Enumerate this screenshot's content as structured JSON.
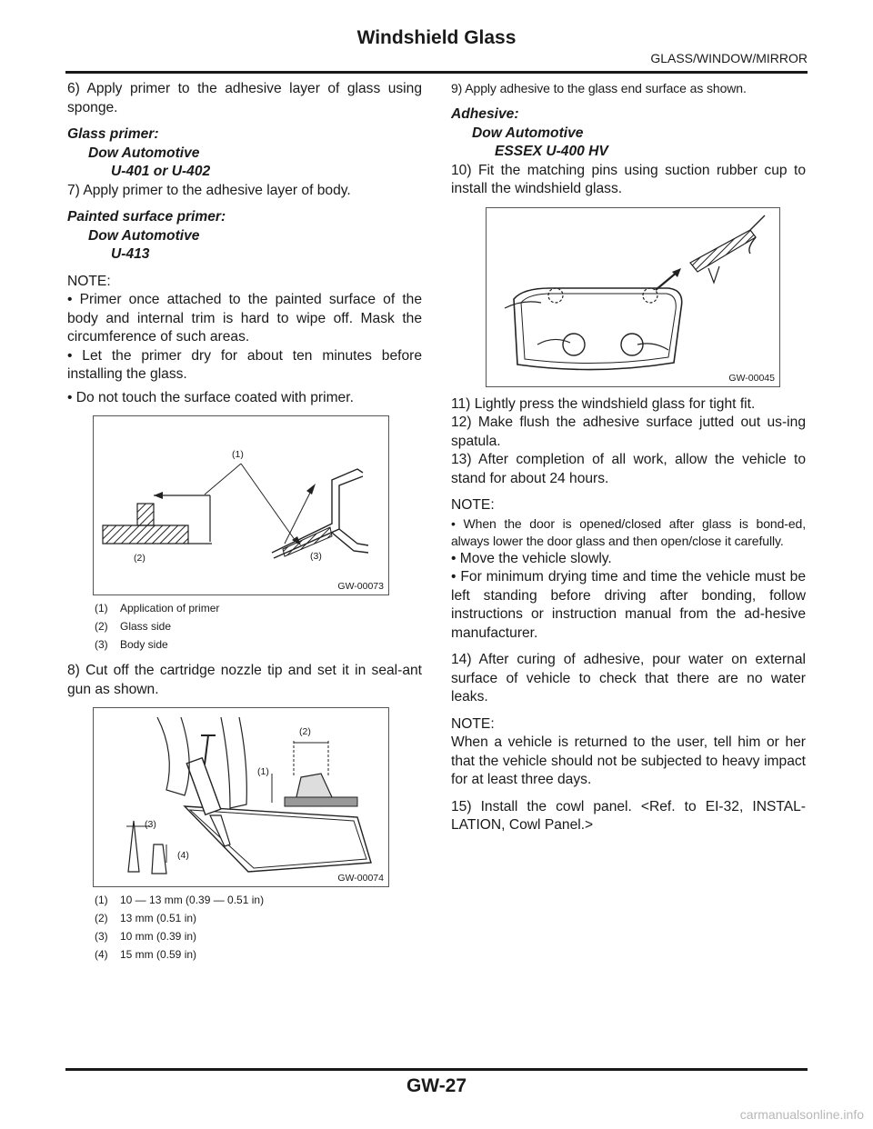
{
  "header": {
    "title": "Windshield Glass",
    "section": "GLASS/WINDOW/MIRROR"
  },
  "footer": {
    "page_number": "GW-27",
    "watermark": "carmanualsonline.info"
  },
  "left": {
    "step6": "6) Apply primer to the adhesive layer of glass using sponge.",
    "spec1_label": "Glass primer:",
    "spec1_maker": "Dow Automotive",
    "spec1_product": "U-401 or U-402",
    "step7": "7) Apply primer to the adhesive layer of body.",
    "spec2_label": "Painted surface primer:",
    "spec2_maker": "Dow Automotive",
    "spec2_product": "U-413",
    "note_label": "NOTE:",
    "note1": "• Primer once attached to the painted surface of the body and internal trim is hard to wipe off. Mask the circumference of such areas.",
    "note2": "• Let the primer dry for about ten minutes before installing the glass.",
    "note3": "• Do not touch the surface coated with primer.",
    "fig1": {
      "code": "GW-00073",
      "callouts": [
        "(1)",
        "(2)",
        "(3)"
      ],
      "legend": [
        {
          "num": "(1)",
          "text": "Application of primer"
        },
        {
          "num": "(2)",
          "text": "Glass side"
        },
        {
          "num": "(3)",
          "text": "Body side"
        }
      ]
    },
    "step8": "8) Cut off the cartridge nozzle tip and set it in seal-ant gun as shown.",
    "fig2": {
      "code": "GW-00074",
      "callouts": [
        "(1)",
        "(2)",
        "(3)",
        "(4)"
      ],
      "legend": [
        {
          "num": "(1)",
          "text": "10 — 13 mm (0.39 — 0.51 in)"
        },
        {
          "num": "(2)",
          "text": "13 mm (0.51 in)"
        },
        {
          "num": "(3)",
          "text": "10 mm (0.39 in)"
        },
        {
          "num": "(4)",
          "text": "15 mm (0.59 in)"
        }
      ]
    }
  },
  "right": {
    "step9": "9) Apply adhesive to the glass end surface as shown.",
    "spec3_label": "Adhesive:",
    "spec3_maker": "Dow Automotive",
    "spec3_product": "ESSEX U-400 HV",
    "step10": "10) Fit the matching pins using suction rubber cup to install the windshield glass.",
    "fig3": {
      "code": "GW-00045"
    },
    "step11": "11) Lightly press the windshield glass for tight fit.",
    "step12": "12) Make flush the adhesive surface jutted out us-ing spatula.",
    "step13": "13) After completion of all work, allow the vehicle to stand for about 24 hours.",
    "note_label": "NOTE:",
    "note1": "• When the door is opened/closed after glass is bond-ed, always lower the door glass and then open/close it carefully.",
    "note2": "• Move the vehicle slowly.",
    "note3": "• For minimum drying time and time the vehicle must be left standing before driving after bonding, follow instructions or instruction manual from the ad-hesive manufacturer.",
    "step14": "14) After curing of adhesive, pour water on external surface of vehicle to check that there are no water leaks.",
    "note2_label": "NOTE:",
    "note2_text": "When a vehicle is returned to the user, tell him or her that the vehicle should not be subjected to heavy impact for at least three days.",
    "step15": "15) Install the cowl panel. <Ref. to EI-32, INSTAL-LATION, Cowl Panel.>"
  }
}
